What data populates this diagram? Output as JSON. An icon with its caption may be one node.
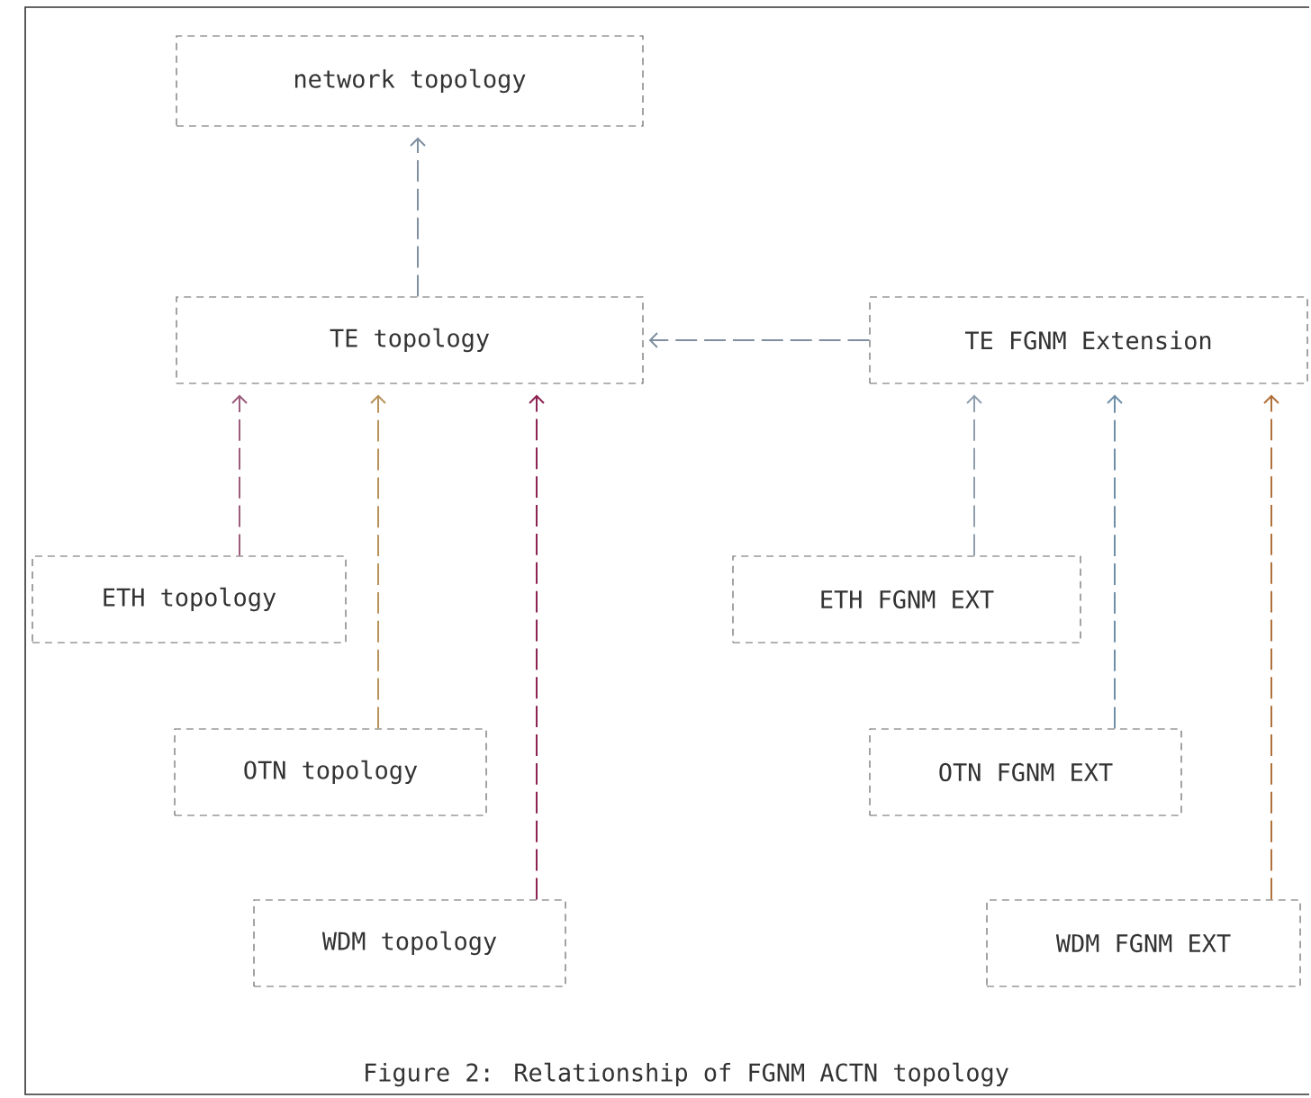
{
  "diagram": {
    "caption": "Figure 2: Relationship of FGNM ACTN topology",
    "nodes": [
      {
        "text": [
          "network topology"
        ]
      },
      {
        "text": [
          "TE topology"
        ]
      },
      {
        "text": [
          "TE FGNM Extension"
        ]
      },
      {
        "text": [
          "ETH topology"
        ]
      },
      {
        "text": [
          "OTN topology"
        ]
      },
      {
        "text": [
          "WDM topology"
        ]
      },
      {
        "text": [
          "ETH FGNM EXT"
        ]
      },
      {
        "text": [
          "OTN FGNM EXT"
        ]
      },
      {
        "text": [
          "WDM FGNM EXT"
        ]
      }
    ],
    "edges": [
      {
        "from": 1,
        "to": 0,
        "arrow": "to",
        "color": "#7f8f9f"
      },
      {
        "from": 2,
        "to": 1,
        "arrow": "to",
        "color": "#7f8f9f"
      },
      {
        "from": 3,
        "to": 1,
        "arrow": "to",
        "color": "#9b5b7b"
      },
      {
        "from": 4,
        "to": 1,
        "arrow": "to",
        "color": "#b8925a"
      },
      {
        "from": 5,
        "to": 1,
        "arrow": "to",
        "color": "#8b2252"
      },
      {
        "from": 6,
        "to": 2,
        "arrow": "to",
        "color": "#8f9faf"
      },
      {
        "from": 7,
        "to": 2,
        "arrow": "to",
        "color": "#6f8fa8"
      },
      {
        "from": 8,
        "to": 2,
        "arrow": "to",
        "color": "#b0703a"
      }
    ]
  }
}
